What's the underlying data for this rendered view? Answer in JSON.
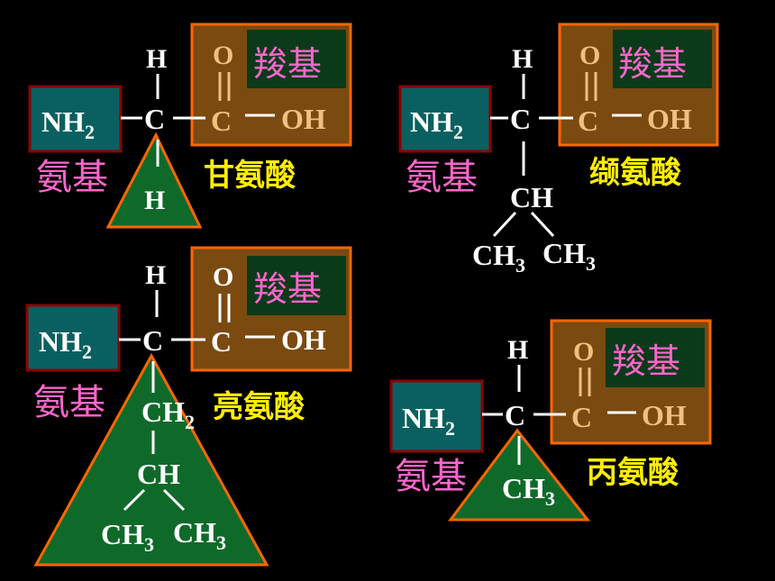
{
  "labels": {
    "carboxyl": "羧基",
    "amino": "氨基"
  },
  "atoms": {
    "H": "H",
    "O": "O",
    "C": "C",
    "OH": "OH",
    "NH": "NH",
    "sub2": "2",
    "sub3": "3",
    "CH": "CH",
    "CH2_base": "CH",
    "CH3_base": "CH"
  },
  "amino_acids": {
    "glycine": "甘氨酸",
    "valine": "缬氨酸",
    "leucine": "亮氨酸",
    "alanine": "丙氨酸"
  },
  "colors": {
    "background": "#000000",
    "carboxyl_box": "#7a4a10",
    "carboxyl_border": "#ff6600",
    "carboxyl_label_bg": "#0a3a1a",
    "amino_box": "#0a6060",
    "amino_border": "#8b0000",
    "side_chain": "#0f6a2a",
    "side_chain_border": "#ff6600",
    "pink_text": "#ff66cc",
    "yellow_text": "#ffee00"
  }
}
